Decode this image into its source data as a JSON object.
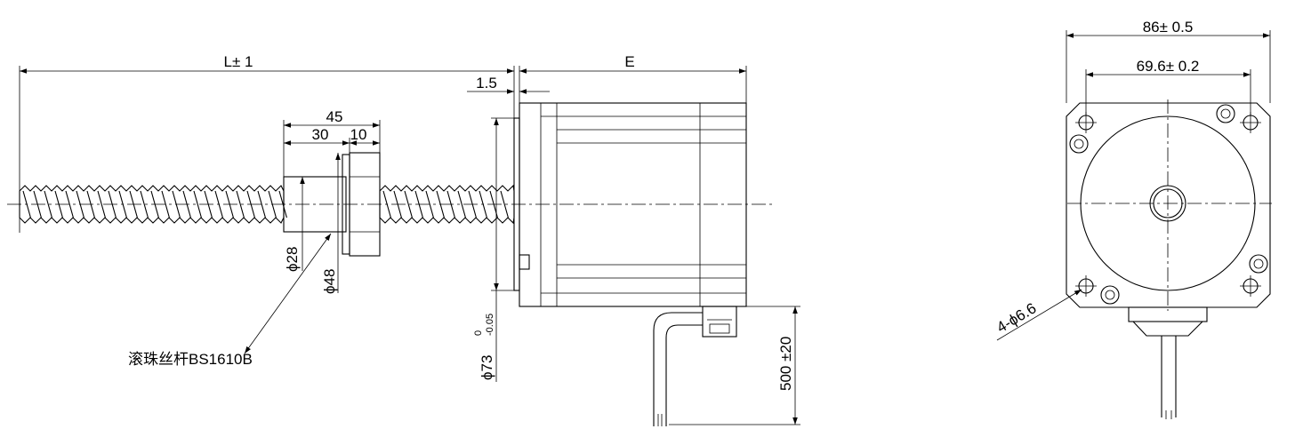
{
  "side_view": {
    "dim_length": "L± 1",
    "dim_motor_length": "E",
    "dim_offset": "1.5",
    "dim_nut_length": "45",
    "dim_nut_body": "30",
    "dim_nut_flange": "10",
    "dim_nut_diameter": "28",
    "dim_flange_diameter": "48",
    "dim_pilot_diameter": "73",
    "dim_pilot_tol_upper": "0",
    "dim_pilot_tol_lower": "-0.05",
    "dim_cable_length": "500 ±20",
    "callout_screw": "滚珠丝杆BS1610B",
    "diameter_symbol": "ϕ"
  },
  "front_view": {
    "dim_frame_width": "86± 0.5",
    "dim_hole_pitch": "69.6± 0.2",
    "dim_holes": "4-ϕ6.6"
  }
}
